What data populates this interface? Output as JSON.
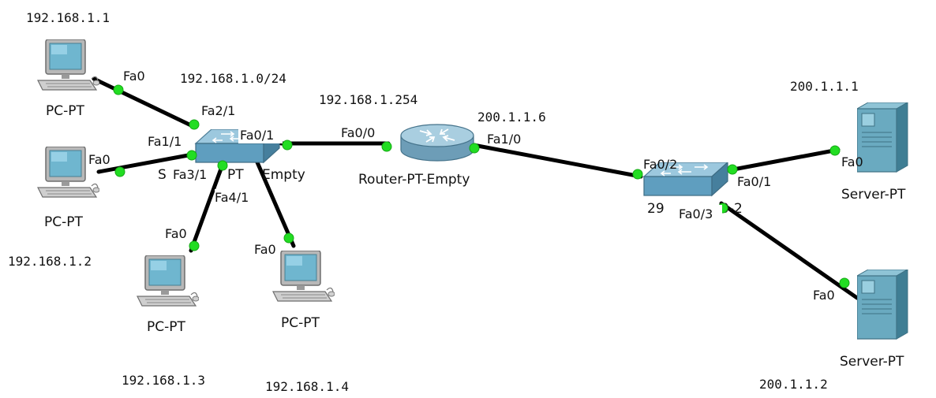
{
  "labels": {
    "pc1_ip": "192.168.1.1",
    "pc2_ip": "192.168.1.2",
    "pc3_ip": "192.168.1.3",
    "pc4_ip": "192.168.1.4",
    "lan_network": "192.168.1.0/24",
    "router_lan_ip": "192.168.1.254",
    "router_wan_ip": "200.1.1.6",
    "server1_ip": "200.1.1.1",
    "server2_ip": "200.1.1.2"
  },
  "devices": {
    "pc1": "PC-PT",
    "pc2": "PC-PT",
    "pc3": "PC-PT",
    "pc4": "PC-PT",
    "switch1_part_left": "S",
    "switch1_part_mid": "PT",
    "switch1_part_right": "Empty",
    "router": "Router-PT-Empty",
    "switch2_part_left": "29",
    "switch2_part_right": "0-2",
    "server1": "Server-PT",
    "server2": "Server-PT"
  },
  "ports": {
    "pc1_fa0": "Fa0",
    "pc2_fa0": "Fa0",
    "pc3_fa0": "Fa0",
    "pc4_fa0": "Fa0",
    "sw1_fa2_1": "Fa2/1",
    "sw1_fa1_1": "Fa1/1",
    "sw1_fa3_1": "Fa3/1",
    "sw1_fa4_1": "Fa4/1",
    "sw1_fa0_1": "Fa0/1",
    "router_fa0_0": "Fa0/0",
    "router_fa1_0": "Fa1/0",
    "sw2_fa0_2": "Fa0/2",
    "sw2_fa0_1": "Fa0/1",
    "sw2_fa0_3": "Fa0/3",
    "server1_fa0": "Fa0",
    "server2_fa0": "Fa0"
  },
  "colors": {
    "link": "#000000",
    "link_led": "#22dd22",
    "switch_body": "#6ba6c4",
    "router_body": "#8bb6cd",
    "server_body": "#5a9cb2",
    "pc_body": "#aaaaaa",
    "pc_screen": "#6fb6cf"
  }
}
